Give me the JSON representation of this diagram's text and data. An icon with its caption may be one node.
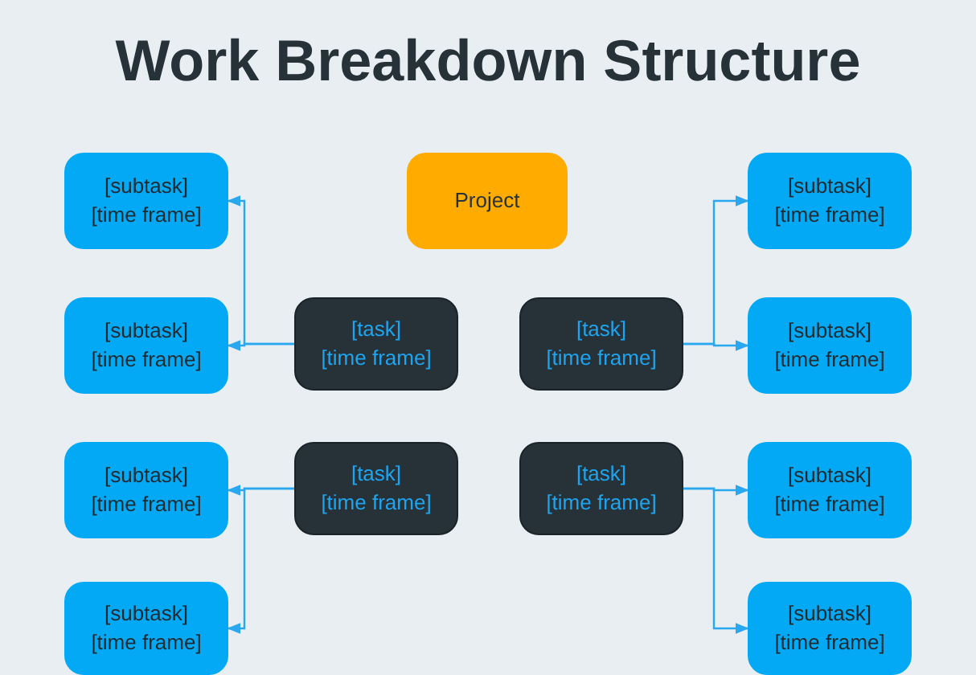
{
  "diagram": {
    "title": "Work Breakdown Structure",
    "nodes": [
      {
        "text": [
          "[subtask]",
          "[time frame]"
        ]
      },
      {
        "text": [
          "Project"
        ]
      },
      {
        "text": [
          "[subtask]",
          "[time frame]"
        ]
      },
      {
        "text": [
          "[subtask]",
          "[time frame]"
        ]
      },
      {
        "text": [
          "[task]",
          "[time frame]"
        ]
      },
      {
        "text": [
          "[task]",
          "[time frame]"
        ]
      },
      {
        "text": [
          "[subtask]",
          "[time frame]"
        ]
      },
      {
        "text": [
          "[subtask]",
          "[time frame]"
        ]
      },
      {
        "text": [
          "[task]",
          "[time frame]"
        ]
      },
      {
        "text": [
          "[task]",
          "[time frame]"
        ]
      },
      {
        "text": [
          "[subtask]",
          "[time frame]"
        ]
      },
      {
        "text": [
          "[subtask]",
          "[time frame]"
        ]
      },
      {
        "text": [
          "[subtask]",
          "[time frame]"
        ]
      }
    ],
    "edges": [
      {
        "from": 4,
        "to": 0,
        "arrow": "to"
      },
      {
        "from": 4,
        "to": 3,
        "arrow": "to"
      },
      {
        "from": 5,
        "to": 2,
        "arrow": "to"
      },
      {
        "from": 5,
        "to": 6,
        "arrow": "to"
      },
      {
        "from": 8,
        "to": 7,
        "arrow": "to"
      },
      {
        "from": 8,
        "to": 11,
        "arrow": "to"
      },
      {
        "from": 9,
        "to": 10,
        "arrow": "to"
      },
      {
        "from": 9,
        "to": 12,
        "arrow": "to"
      }
    ]
  }
}
